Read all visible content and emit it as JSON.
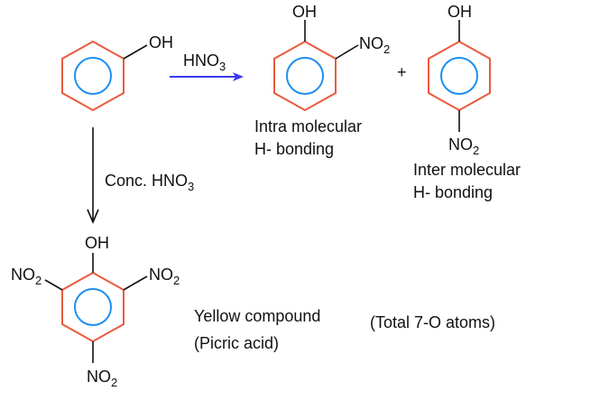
{
  "colors": {
    "ring": "#ea5a3c",
    "aromatic_circle": "#1e8ff0",
    "reaction_arrow": "#3b3bf0",
    "bond": "#111111"
  },
  "phenol": {
    "oh": "OH"
  },
  "reaction1": {
    "reagent_main": "HNO",
    "reagent_sub": "3"
  },
  "ortho_product": {
    "oh": "OH",
    "no2_main": "NO",
    "no2_sub": "2",
    "caption_line1": "Intra molecular",
    "caption_line2": "H- bonding"
  },
  "plus": "+",
  "para_product": {
    "oh": "OH",
    "no2_main": "NO",
    "no2_sub": "2",
    "caption_line1": "Inter molecular",
    "caption_line2": "H- bonding"
  },
  "reaction2": {
    "reagent_main": "Conc. HNO",
    "reagent_sub": "3"
  },
  "picric_acid": {
    "oh": "OH",
    "no2_main": "NO",
    "no2_sub": "2",
    "caption_line1": "Yellow compound",
    "caption_line2": "(Picric acid)"
  },
  "note": "(Total 7-O atoms)"
}
